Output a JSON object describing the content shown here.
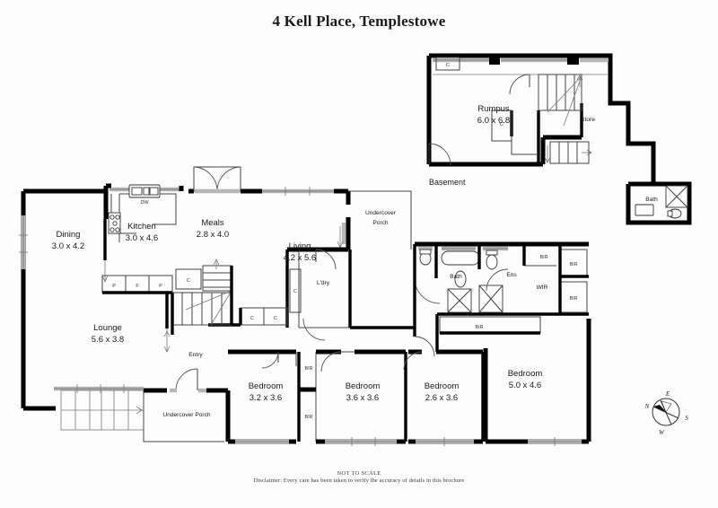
{
  "title": "4 Kell Place, Templestowe",
  "footer": {
    "not_to_scale": "NOT TO SCALE",
    "disclaimer": "Disclaimer: Every care has been taken to verify the accuracy of details in this brochure"
  },
  "levels": [
    {
      "key": "basement",
      "label": "Basement"
    }
  ],
  "compass": {
    "n": "N",
    "e": "E",
    "s": "S",
    "w": "W"
  },
  "colors": {
    "wall": "#000000",
    "window": "#b6b6b6",
    "background": "#fdfdfd",
    "text": "#1a1a1a"
  },
  "rooms": {
    "basement": [
      {
        "name": "Rumpus",
        "dim": "6.0 x 6.8"
      },
      {
        "name": "Store",
        "dim": ""
      },
      {
        "name": "Bath",
        "dim": ""
      }
    ],
    "ground": [
      {
        "name": "Dining",
        "dim": "3.0 x 4.2"
      },
      {
        "name": "Kitchen",
        "dim": "3.0 x 4.6"
      },
      {
        "name": "Meals",
        "dim": "2.8 x 4.0"
      },
      {
        "name": "Living",
        "dim": "4.2 x 5.6"
      },
      {
        "name": "Lounge",
        "dim": "5.6 x 3.8"
      },
      {
        "name": "Bedroom",
        "dim": "3.2 x 3.6"
      },
      {
        "name": "Bedroom",
        "dim": "3.6 x 3.6"
      },
      {
        "name": "Bedroom",
        "dim": "2.6 x 3.6"
      },
      {
        "name": "Bedroom",
        "dim": "5.0 x 4.6"
      },
      {
        "name": "Bath",
        "dim": ""
      },
      {
        "name": "Ens",
        "dim": ""
      },
      {
        "name": "WIR",
        "dim": ""
      },
      {
        "name": "L'dry",
        "dim": ""
      },
      {
        "name": "Entry",
        "dim": ""
      },
      {
        "name": "Undercover Porch",
        "dim": ""
      },
      {
        "name": "Undercover Porch",
        "dim": ""
      }
    ]
  },
  "labels": {
    "rumpus": "Rumpus",
    "rumpus_dim": "6.0 x 6.8",
    "store": "Store",
    "basement_bath": "Bath",
    "basement_level": "Basement",
    "dining": "Dining",
    "dining_dim": "3.0 x 4.2",
    "kitchen": "Kitchen",
    "kitchen_dim": "3.0 x 4.6",
    "meals": "Meals",
    "meals_dim": "2.8 x 4.0",
    "living": "Living",
    "living_dim": "4.2 x 5.6",
    "lounge": "Lounge",
    "lounge_dim": "5.6 x 3.8",
    "entry": "Entry",
    "undercover_porch_upper": "Undercover",
    "undercover_porch_upper2": "Porch",
    "undercover_porch_lower": "Undercover Porch",
    "ldry": "L'dry",
    "bath": "Bath",
    "ens": "Ens",
    "wir": "WIR",
    "bed1": "Bedroom",
    "bed1_dim": "3.2 x 3.6",
    "bed2": "Bedroom",
    "bed2_dim": "3.6 x 3.6",
    "bed3": "Bedroom",
    "bed3_dim": "2.6 x 3.6",
    "bed4": "Bedroom",
    "bed4_dim": "5.0 x 4.6",
    "dw": "DW",
    "c": "C",
    "p": "P",
    "f": "F",
    "bir": "BIR"
  }
}
